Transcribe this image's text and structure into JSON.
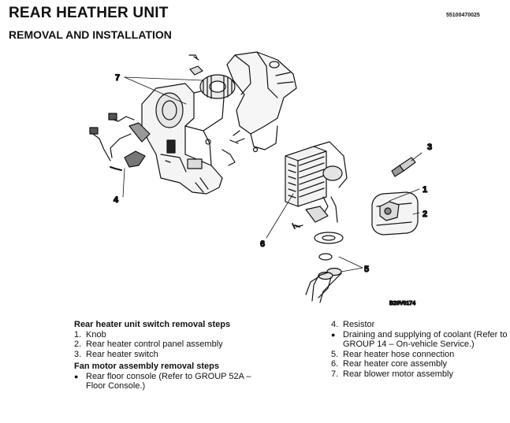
{
  "header": {
    "title": "REAR HEATHER UNIT",
    "subtitle": "REMOVAL AND INSTALLATION",
    "doc_number": "55100470025"
  },
  "figure": {
    "callouts": [
      "7",
      "3",
      "1",
      "2",
      "4",
      "6",
      "5"
    ],
    "code": "B20V0174"
  },
  "switch_removal": {
    "heading": "Rear heater unit switch removal steps",
    "steps": [
      {
        "num": "1.",
        "text": "Knob"
      },
      {
        "num": "2.",
        "text": "Rear heater control panel assembly"
      },
      {
        "num": "3.",
        "text": "Rear heater switch"
      }
    ]
  },
  "fan_removal": {
    "heading": "Fan motor assembly removal steps",
    "bullet": "Rear floor console (Refer to GROUP 52A – Floor Console.)"
  },
  "right_column": {
    "step4": {
      "num": "4.",
      "text": "Resistor"
    },
    "bullet": "Draining and supplying of coolant (Refer to GROUP 14 – On-vehicle Service.)",
    "steps": [
      {
        "num": "5.",
        "text": "Rear heater hose connection"
      },
      {
        "num": "6.",
        "text": "Rear heater core assembly"
      },
      {
        "num": "7.",
        "text": "Rear blower motor assembly"
      }
    ]
  }
}
